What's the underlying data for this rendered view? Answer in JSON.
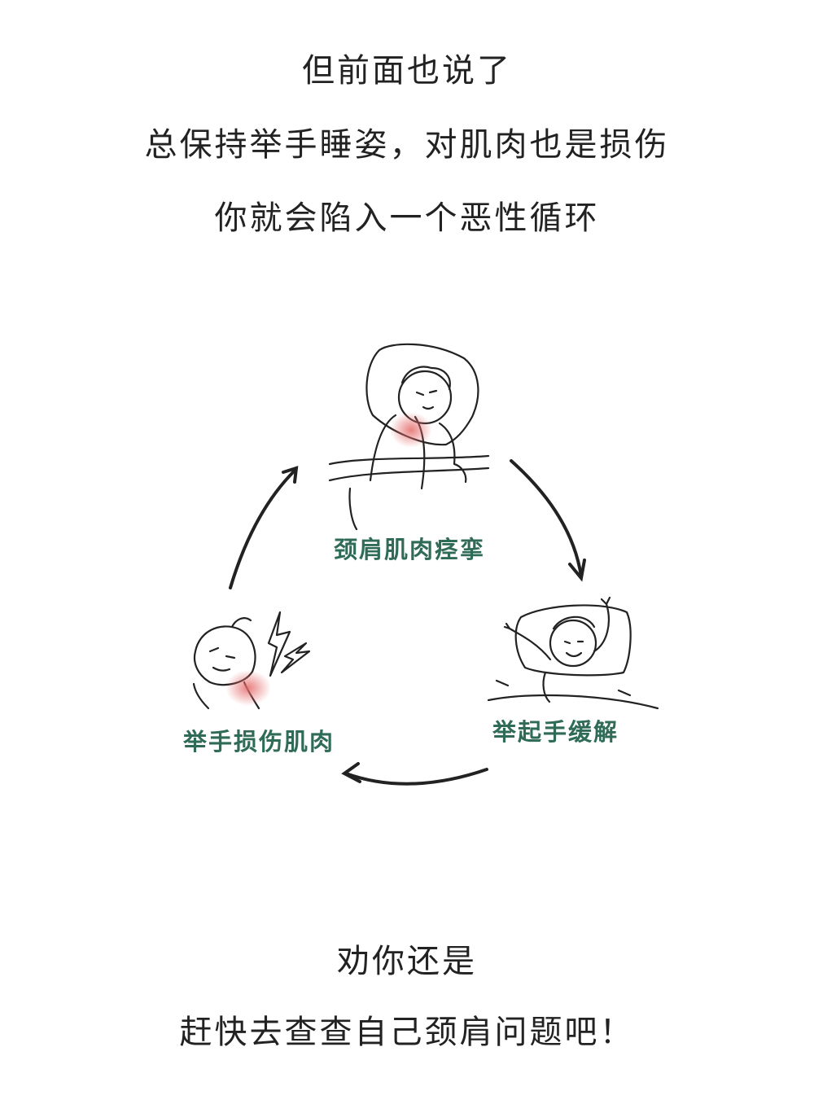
{
  "text": {
    "line1": "但前面也说了",
    "line2": "总保持举手睡姿，对肌肉也是损伤",
    "line3": "你就会陷入一个恶性循环",
    "line4": "劝你还是",
    "line5": "赶快去查查自己颈肩问题吧！"
  },
  "cycle": {
    "top_label": "颈肩肌肉痉挛",
    "right_label": "举起手缓解",
    "left_label": "举手损伤肌肉"
  },
  "colors": {
    "label": "#2f6b57",
    "pain": "#e56a6a",
    "ink": "#222222"
  }
}
